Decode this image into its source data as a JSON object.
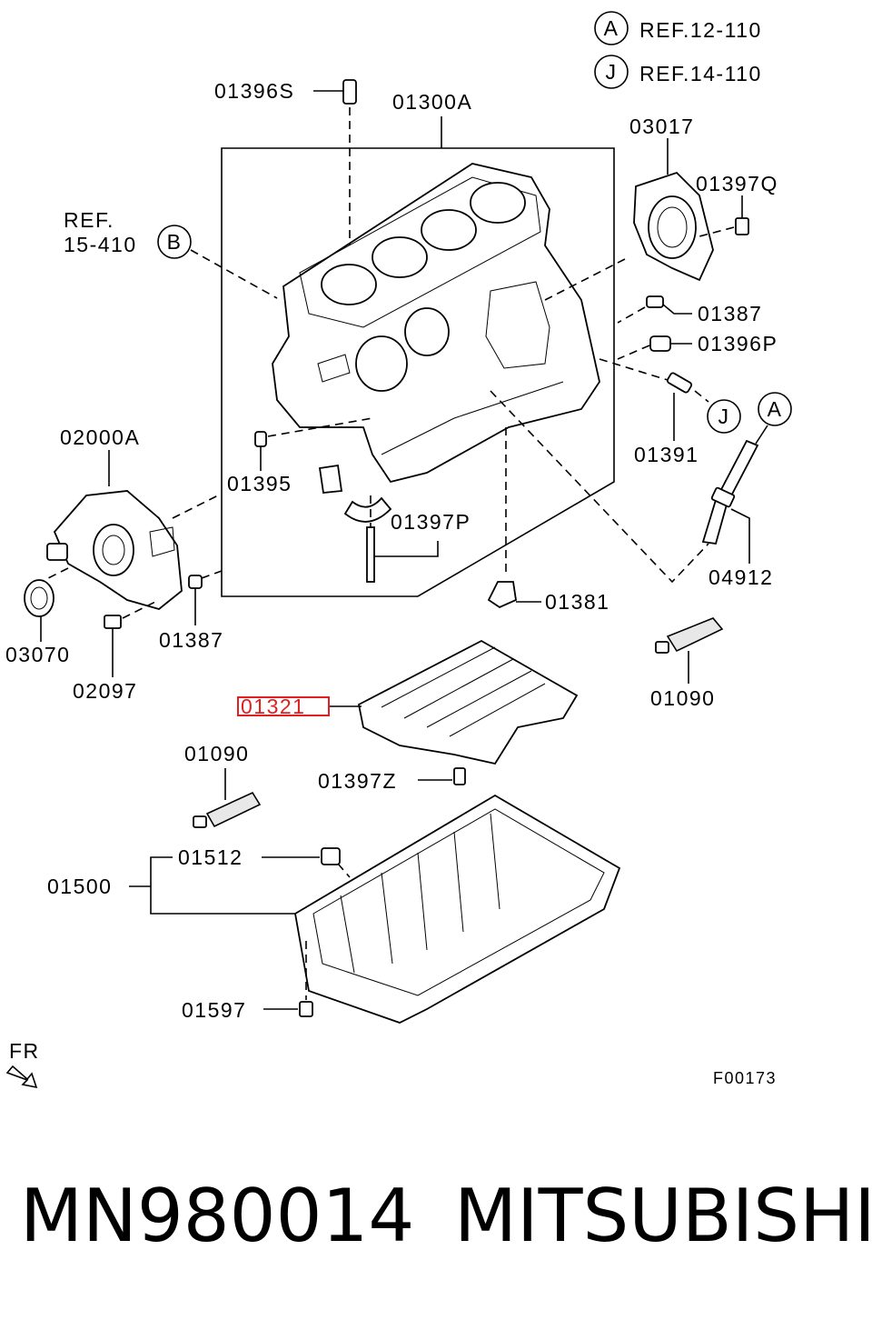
{
  "refs": [
    {
      "letter": "A",
      "text": "REF.12-110"
    },
    {
      "letter": "J",
      "text": "REF.14-110"
    }
  ],
  "ref_b": {
    "line1": "REF.",
    "line2": "15-410",
    "letter": "B"
  },
  "callouts": {
    "c_01396S": "01396S",
    "c_01300A": "01300A",
    "c_03017": "03017",
    "c_01397Q": "01397Q",
    "c_01387_r": "01387",
    "c_01396P": "01396P",
    "c_01391": "01391",
    "c_J": "J",
    "c_A": "A",
    "c_04912": "04912",
    "c_02000A": "02000A",
    "c_01395": "01395",
    "c_01397P": "01397P",
    "c_01381": "01381",
    "c_03070": "03070",
    "c_01387_l": "01387",
    "c_02097": "02097",
    "c_01090_r": "01090",
    "c_01321": "01321",
    "c_01090_l": "01090",
    "c_01397Z": "01397Z",
    "c_01512": "01512",
    "c_01500": "01500",
    "c_01597": "01597"
  },
  "highlight_color": "#e02020",
  "front": "FR",
  "figure_code": "F00173",
  "caption": {
    "part_number": "MN980014",
    "brand": "MITSUBISHI"
  }
}
